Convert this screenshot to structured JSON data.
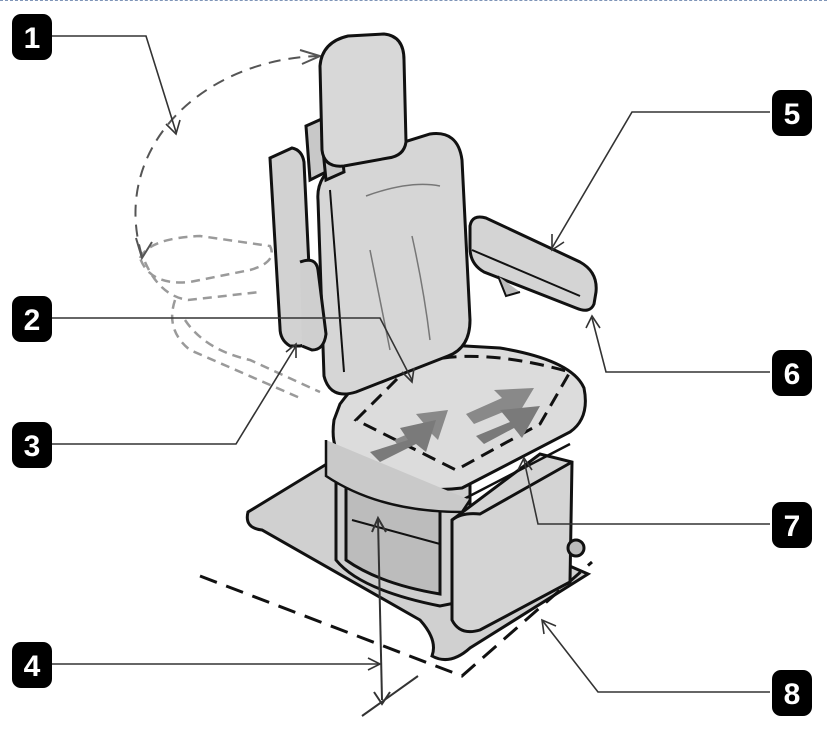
{
  "diagram": {
    "callouts": [
      {
        "id": "callout-1",
        "label": "1"
      },
      {
        "id": "callout-2",
        "label": "2"
      },
      {
        "id": "callout-3",
        "label": "3"
      },
      {
        "id": "callout-4",
        "label": "4"
      },
      {
        "id": "callout-5",
        "label": "5"
      },
      {
        "id": "callout-6",
        "label": "6"
      },
      {
        "id": "callout-7",
        "label": "7"
      },
      {
        "id": "callout-8",
        "label": "8"
      }
    ],
    "colors": {
      "outline": "#111111",
      "chair_fill": "#d9d9d9",
      "chair_shade": "#b9b9b9",
      "ghost_dash": "#9a9a9a",
      "arrow_fill": "#7a7a7a",
      "badge_fill": "#000000",
      "badge_text": "#ffffff",
      "frame_dash": "#7f95b8"
    }
  }
}
